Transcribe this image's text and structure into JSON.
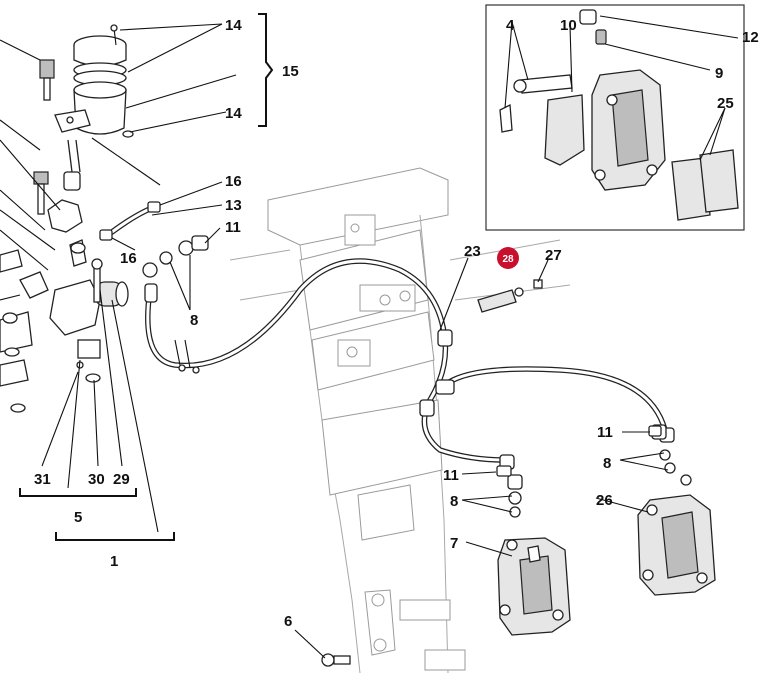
{
  "labels": {
    "l1": "1",
    "l4": "4",
    "l5": "5",
    "l6": "6",
    "l7": "7",
    "l8a": "8",
    "l8b": "8",
    "l8c": "8",
    "l9": "9",
    "l10": "10",
    "l11a": "11",
    "l11b": "11",
    "l11c": "11",
    "l12": "12",
    "l13": "13",
    "l14a": "14",
    "l14b": "14",
    "l15": "15",
    "l16a": "16",
    "l16b": "16",
    "l23": "23",
    "l25": "25",
    "l26": "26",
    "l27": "27",
    "l29": "29",
    "l30": "30",
    "l31": "31"
  },
  "badge": {
    "label": "28",
    "color": "#c8102e"
  },
  "colors": {
    "line": "#222222",
    "faint": "#a8a8a8",
    "background": "#ffffff"
  }
}
